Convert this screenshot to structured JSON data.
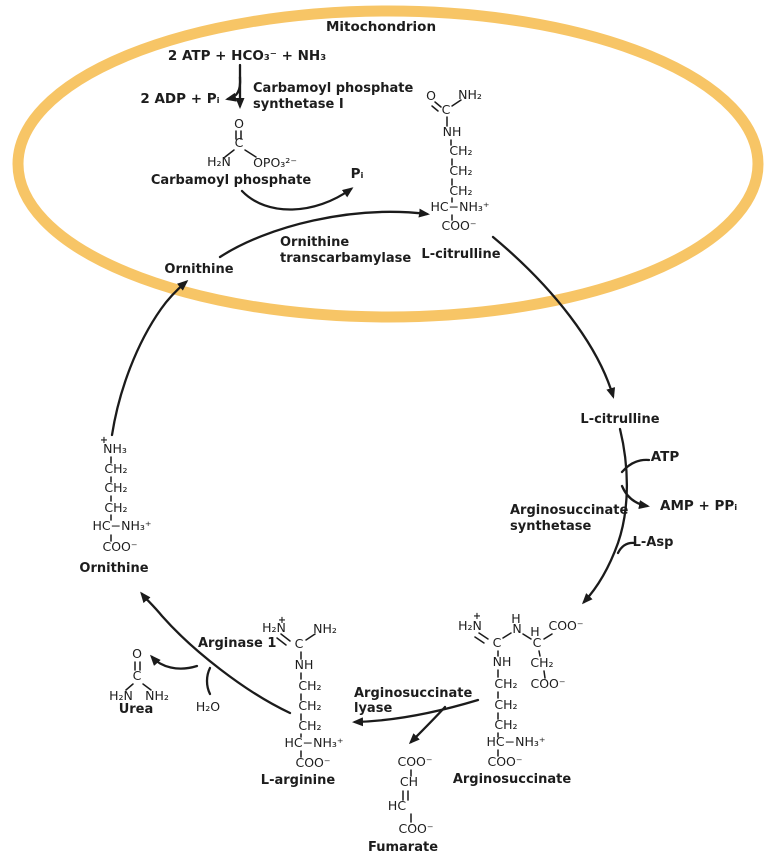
{
  "region": {
    "mitochondrion": "Mitochondrion"
  },
  "colors": {
    "membrane": "#F7C566",
    "ink": "#1D1D1D"
  },
  "cps_reaction": {
    "substrates": "2 ATP + HCO₃⁻ + NH₃",
    "byproducts": "2 ADP + Pᵢ",
    "enzyme_line1": "Carbamoyl phosphate",
    "enzyme_line2": "synthetase I"
  },
  "otc_reaction": {
    "pi": "Pᵢ",
    "enzyme_line1": "Ornithine",
    "enzyme_line2": "transcarbamylase",
    "ornithine_label": "Ornithine"
  },
  "ass_reaction": {
    "atp": "ATP",
    "amp_ppi": "AMP + PPᵢ",
    "l_asp": "L-Asp",
    "enzyme_line1": "Arginosuccinate",
    "enzyme_line2": "synthetase"
  },
  "asl_reaction": {
    "enzyme_line1": "Arginosuccinate",
    "enzyme_line2": "lyase"
  },
  "arginase_reaction": {
    "enzyme": "Arginase 1",
    "h2o": "H₂O"
  },
  "molecule_labels": {
    "carbamoyl_phosphate": "Carbamoyl phosphate",
    "citrulline_mito": "L-citrulline",
    "citrulline_cytosol": "L-citrulline",
    "ornithine_left": "Ornithine",
    "arginosuccinate": "Arginosuccinate",
    "l_arginine": "L-arginine",
    "urea": "Urea",
    "fumarate": "Fumarate"
  },
  "glyphs": {
    "o": "O",
    "c": "C",
    "n": "N",
    "h": "H",
    "plus": "+",
    "h2n": "H₂N",
    "nh2": "NH₂",
    "nh": "NH",
    "nh3": "NH₃",
    "ch2": "CH₂",
    "ch": "CH",
    "hc": "HC",
    "hc_nh3": "HC−NH₃⁺",
    "coo": "COO⁻",
    "opo3": "OPO₃²⁻"
  }
}
